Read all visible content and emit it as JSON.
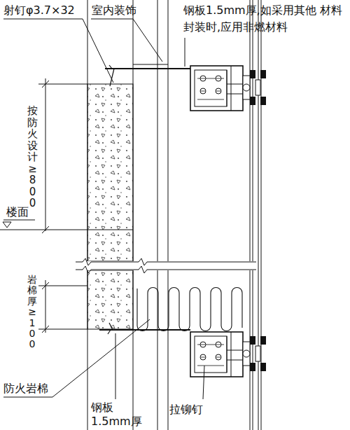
{
  "diagram": {
    "labels": [
      "射钉φ3.7×32",
      "室内装饰",
      "钢板1.5mm厚,如采用其他 材料封装时,应用非燃材料",
      "按防火设计≥800",
      "楼面",
      "岩棉厚≥100",
      "防火岩棉",
      "钢板 1.5mm厚",
      "拉铆钉"
    ]
  }
}
